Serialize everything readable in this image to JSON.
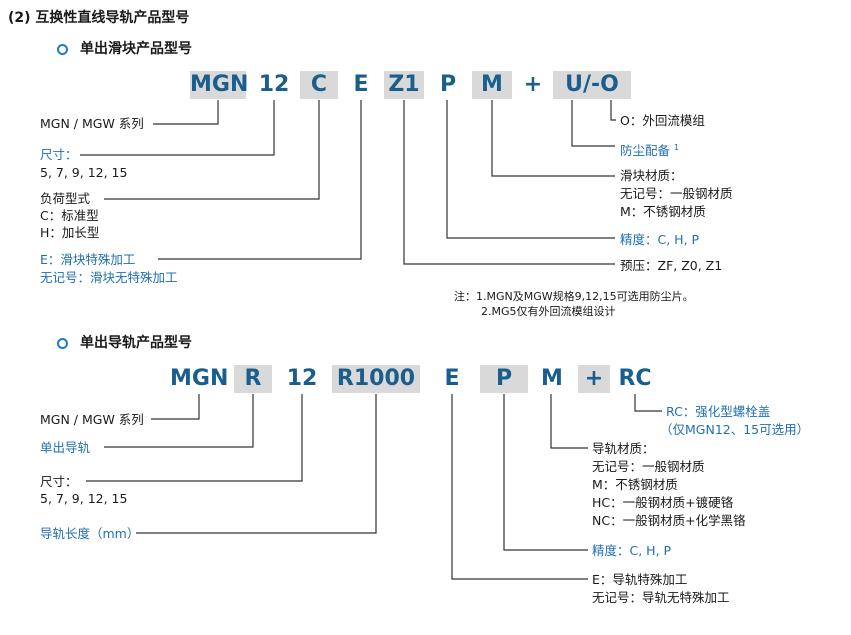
{
  "title": "(2) 互换性直线导轨产品型号",
  "block_section": {
    "heading": "单出滑块产品型号",
    "codes": [
      "MGN",
      "12",
      "C",
      "E",
      "Z1",
      "P",
      "M",
      "+",
      "U/-O"
    ],
    "labels": {
      "series": "MGN / MGW 系列",
      "size_title": "尺寸：",
      "size_values": "5, 7, 9, 12, 15",
      "load_title": "负荷型式",
      "load_c": "C：标准型",
      "load_h": "H：加长型",
      "special_e": "E：滑块特殊加工",
      "special_none": "无记号：滑块无特殊加工",
      "seal_o": "O：外回流模组",
      "dust": "防尘配备",
      "dust_sup": "1",
      "material_title": "滑块材质：",
      "material_none": "无记号：一般钢材质",
      "material_m": "M：不锈钢材质",
      "precision": "精度：C, H, P",
      "preload": "预压：ZF, Z0, Z1"
    },
    "notes": [
      "注：1.MGN及MGW规格9,12,15可选用防尘片。",
      "2.MG5仅有外回流模组设计"
    ]
  },
  "rail_section": {
    "heading": "单出导轨产品型号",
    "codes": [
      "MGN",
      "R",
      "12",
      "R1000",
      "E",
      "P",
      "M",
      "+",
      "RC"
    ],
    "labels": {
      "series": "MGN / MGW 系列",
      "rail": "单出导轨",
      "size_title": "尺寸：",
      "size_values": "5, 7, 9, 12, 15",
      "length": "导轨长度（mm）",
      "rc": "RC：强化型螺栓盖",
      "rc_note": "（仅MGN12、15可选用）",
      "material_title": "导轨材质：",
      "material_none": "无记号：一般钢材质",
      "material_m": "M：不锈钢材质",
      "material_hc": "HC：一般钢材质+镀硬铬",
      "material_nc": "NC：一般钢材质+化学黑铬",
      "precision": "精度：C, H, P",
      "special_e": "E：导轨特殊加工",
      "special_none": "无记号：导轨无特殊加工"
    }
  }
}
